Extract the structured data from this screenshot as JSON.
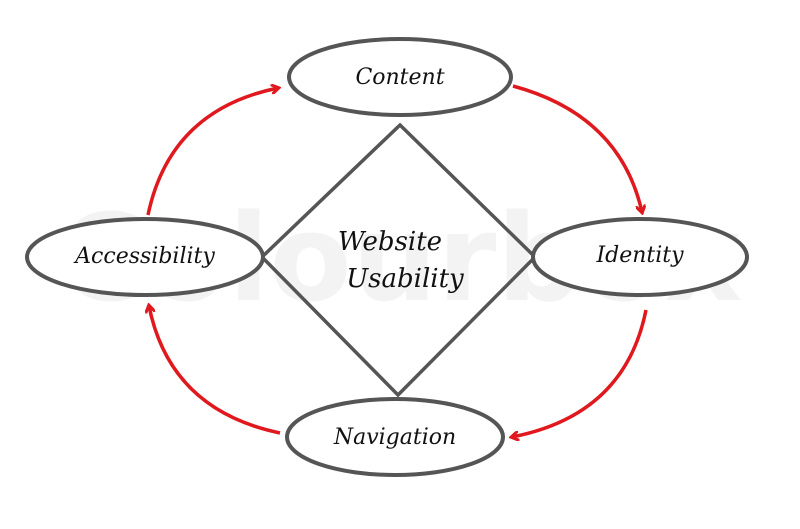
{
  "watermark": "Colourbox",
  "center": {
    "line1": "Website",
    "line2": "Usability"
  },
  "nodes": {
    "top": "Content",
    "right": "Identity",
    "bottom": "Navigation",
    "left": "Accessibility"
  },
  "colors": {
    "arrow": "#e0191e",
    "outline": "#555555",
    "text": "#111111"
  }
}
